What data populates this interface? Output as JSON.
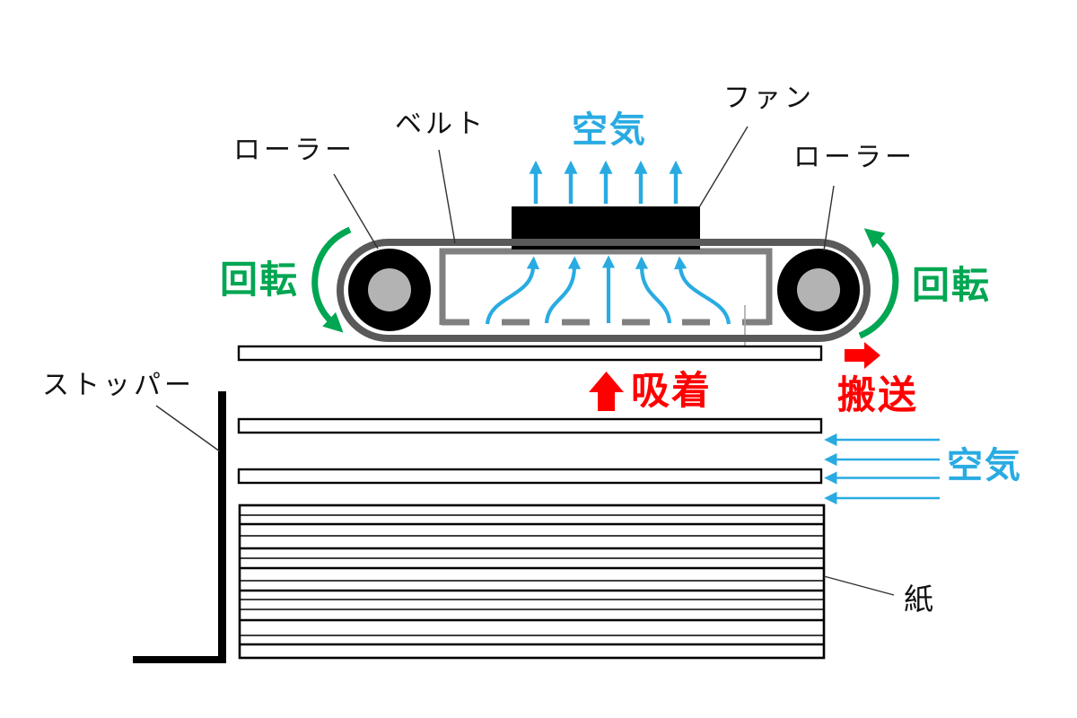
{
  "labels": {
    "roller_left": "ローラー",
    "belt": "ベルト",
    "air_top": "空気",
    "fan": "ファン",
    "roller_right": "ローラー",
    "rotation_left": "回転",
    "rotation_right": "回転",
    "stopper": "ストッパー",
    "suction": "吸着",
    "transport": "搬送",
    "air_side": "空気",
    "paper": "紙"
  },
  "colors": {
    "cyan": "#29ABE2",
    "green": "#00A651",
    "red": "#FF0000",
    "belt_gray": "#595959",
    "box_gray": "#808080",
    "roller_core": "#B3B3B3",
    "leader": "#303030",
    "leader_gray": "#A6A6A6",
    "ink": "#000000"
  }
}
